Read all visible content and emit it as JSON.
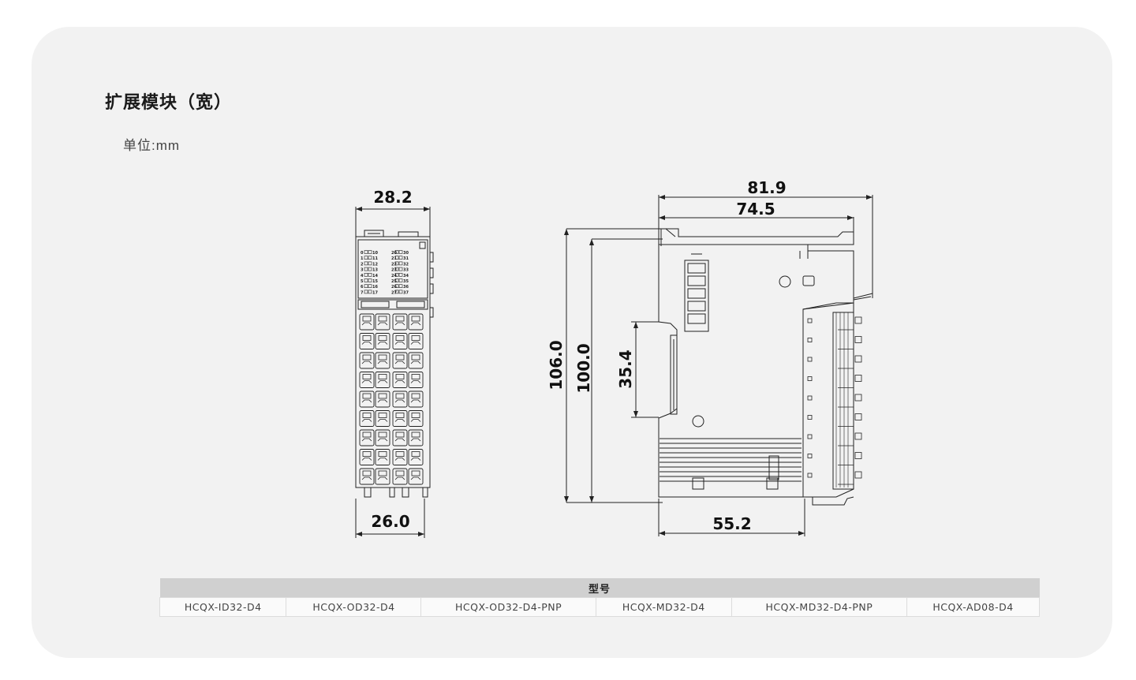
{
  "header": {
    "title": "扩展模块（宽）",
    "unit": "单位:mm"
  },
  "front_view": {
    "width_top": "28.2",
    "width_bottom": "26.0",
    "channels_left": [
      "0",
      "1",
      "2",
      "3",
      "4",
      "5",
      "6",
      "7"
    ],
    "channels_left_b": [
      "10",
      "11",
      "12",
      "13",
      "14",
      "15",
      "16",
      "17"
    ],
    "channels_right": [
      "20",
      "21",
      "22",
      "23",
      "24",
      "25",
      "26",
      "27"
    ],
    "channels_right_b": [
      "30",
      "31",
      "32",
      "33",
      "34",
      "35",
      "36",
      "37"
    ]
  },
  "side_view": {
    "depth_total": "81.9",
    "depth_body": "74.5",
    "depth_base": "55.2",
    "height_total": "106.0",
    "height_body": "100.0",
    "height_rail": "35.4"
  },
  "models": {
    "header": "型号",
    "items": [
      "HCQX-ID32-D4",
      "HCQX-OD32-D4",
      "HCQX-OD32-D4-PNP",
      "HCQX-MD32-D4",
      "HCQX-MD32-D4-PNP",
      "HCQX-AD08-D4"
    ]
  }
}
